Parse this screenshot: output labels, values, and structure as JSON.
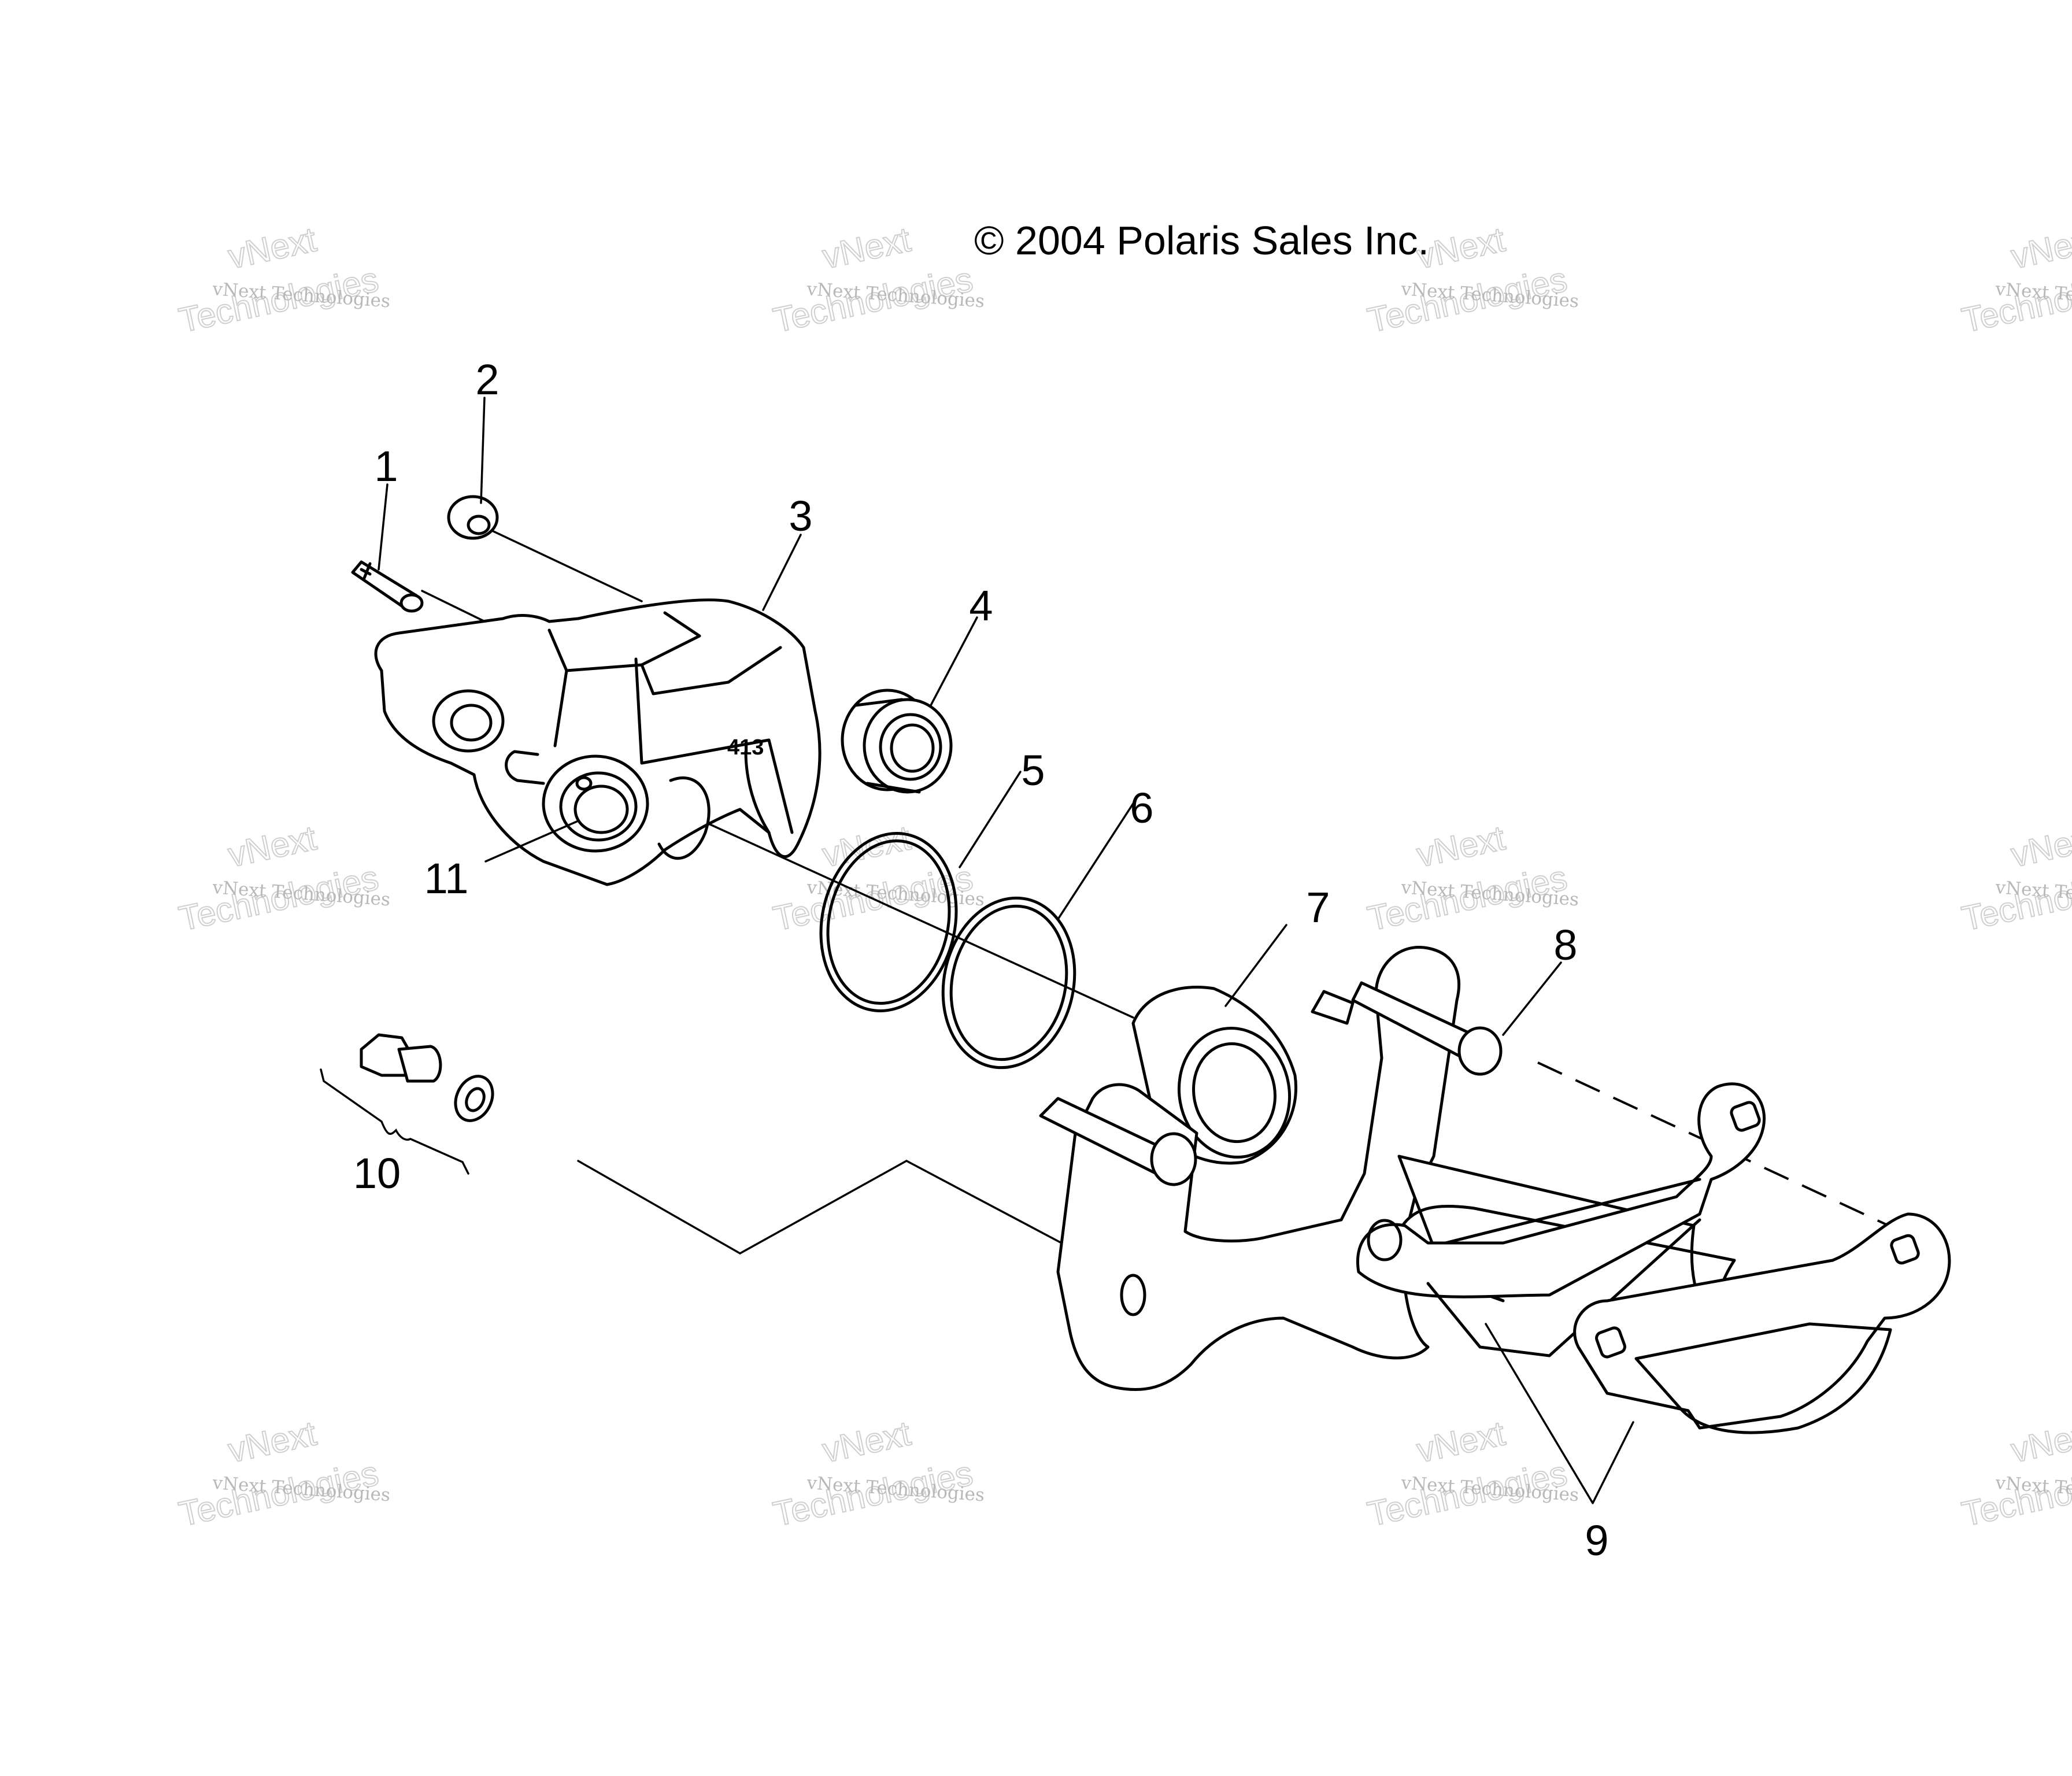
{
  "copyright": "© 2004 Polaris Sales Inc.",
  "watermark": {
    "small": "vNext Technologies",
    "big_top": "vNext",
    "big_bottom": "Technologies"
  },
  "callouts": [
    "1",
    "2",
    "3",
    "4",
    "5",
    "6",
    "7",
    "8",
    "9",
    "10",
    "11"
  ],
  "caliper_marking": "413"
}
